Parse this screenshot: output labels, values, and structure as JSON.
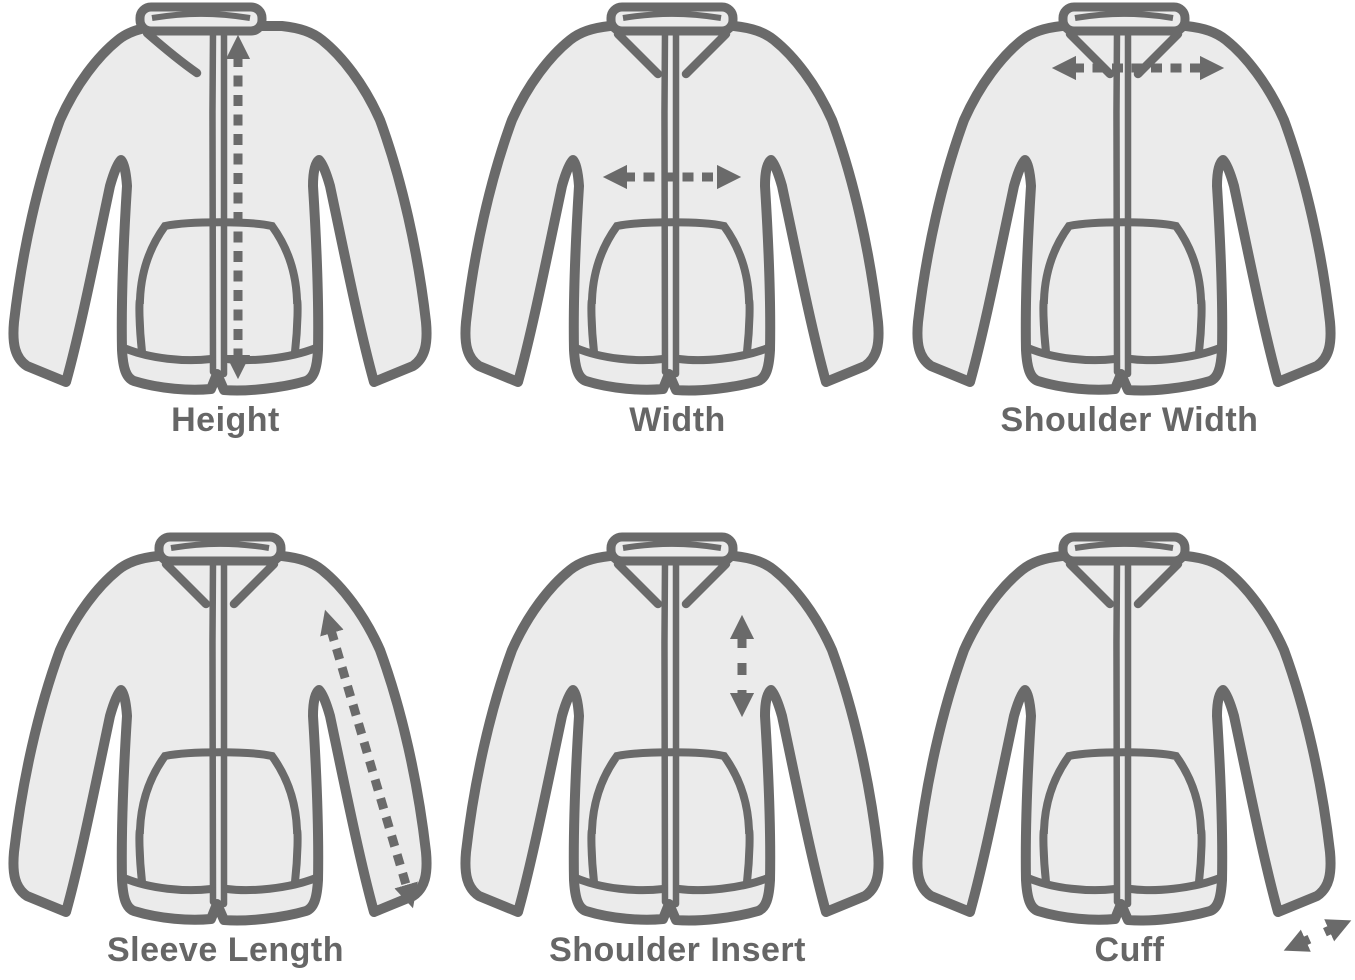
{
  "page": {
    "background_color": "#ffffff",
    "description": "Garment size-guide diagram: six hooded zip jacket drawings each showing one measurement with a dashed arrow"
  },
  "style": {
    "outline_color": "#6a6a6a",
    "garment_fill_color": "#ebebeb",
    "arrow_color": "#6a6a6a",
    "label_color": "#666666"
  },
  "figures": [
    {
      "label": "Height",
      "arrow": "vertical-full-length-dashed-arrow"
    },
    {
      "label": "Width",
      "arrow": "horizontal-chest-dashed-arrow"
    },
    {
      "label": "Shoulder Width",
      "arrow": "horizontal-shoulder-dashed-arrow"
    },
    {
      "label": "Sleeve Length",
      "arrow": "diagonal-sleeve-dashed-arrow"
    },
    {
      "label": "Shoulder Insert",
      "arrow": "short-vertical-shoulder-dashed-arrow"
    },
    {
      "label": "Cuff",
      "arrow": "small-diagonal-cuff-dashed-arrow"
    }
  ]
}
